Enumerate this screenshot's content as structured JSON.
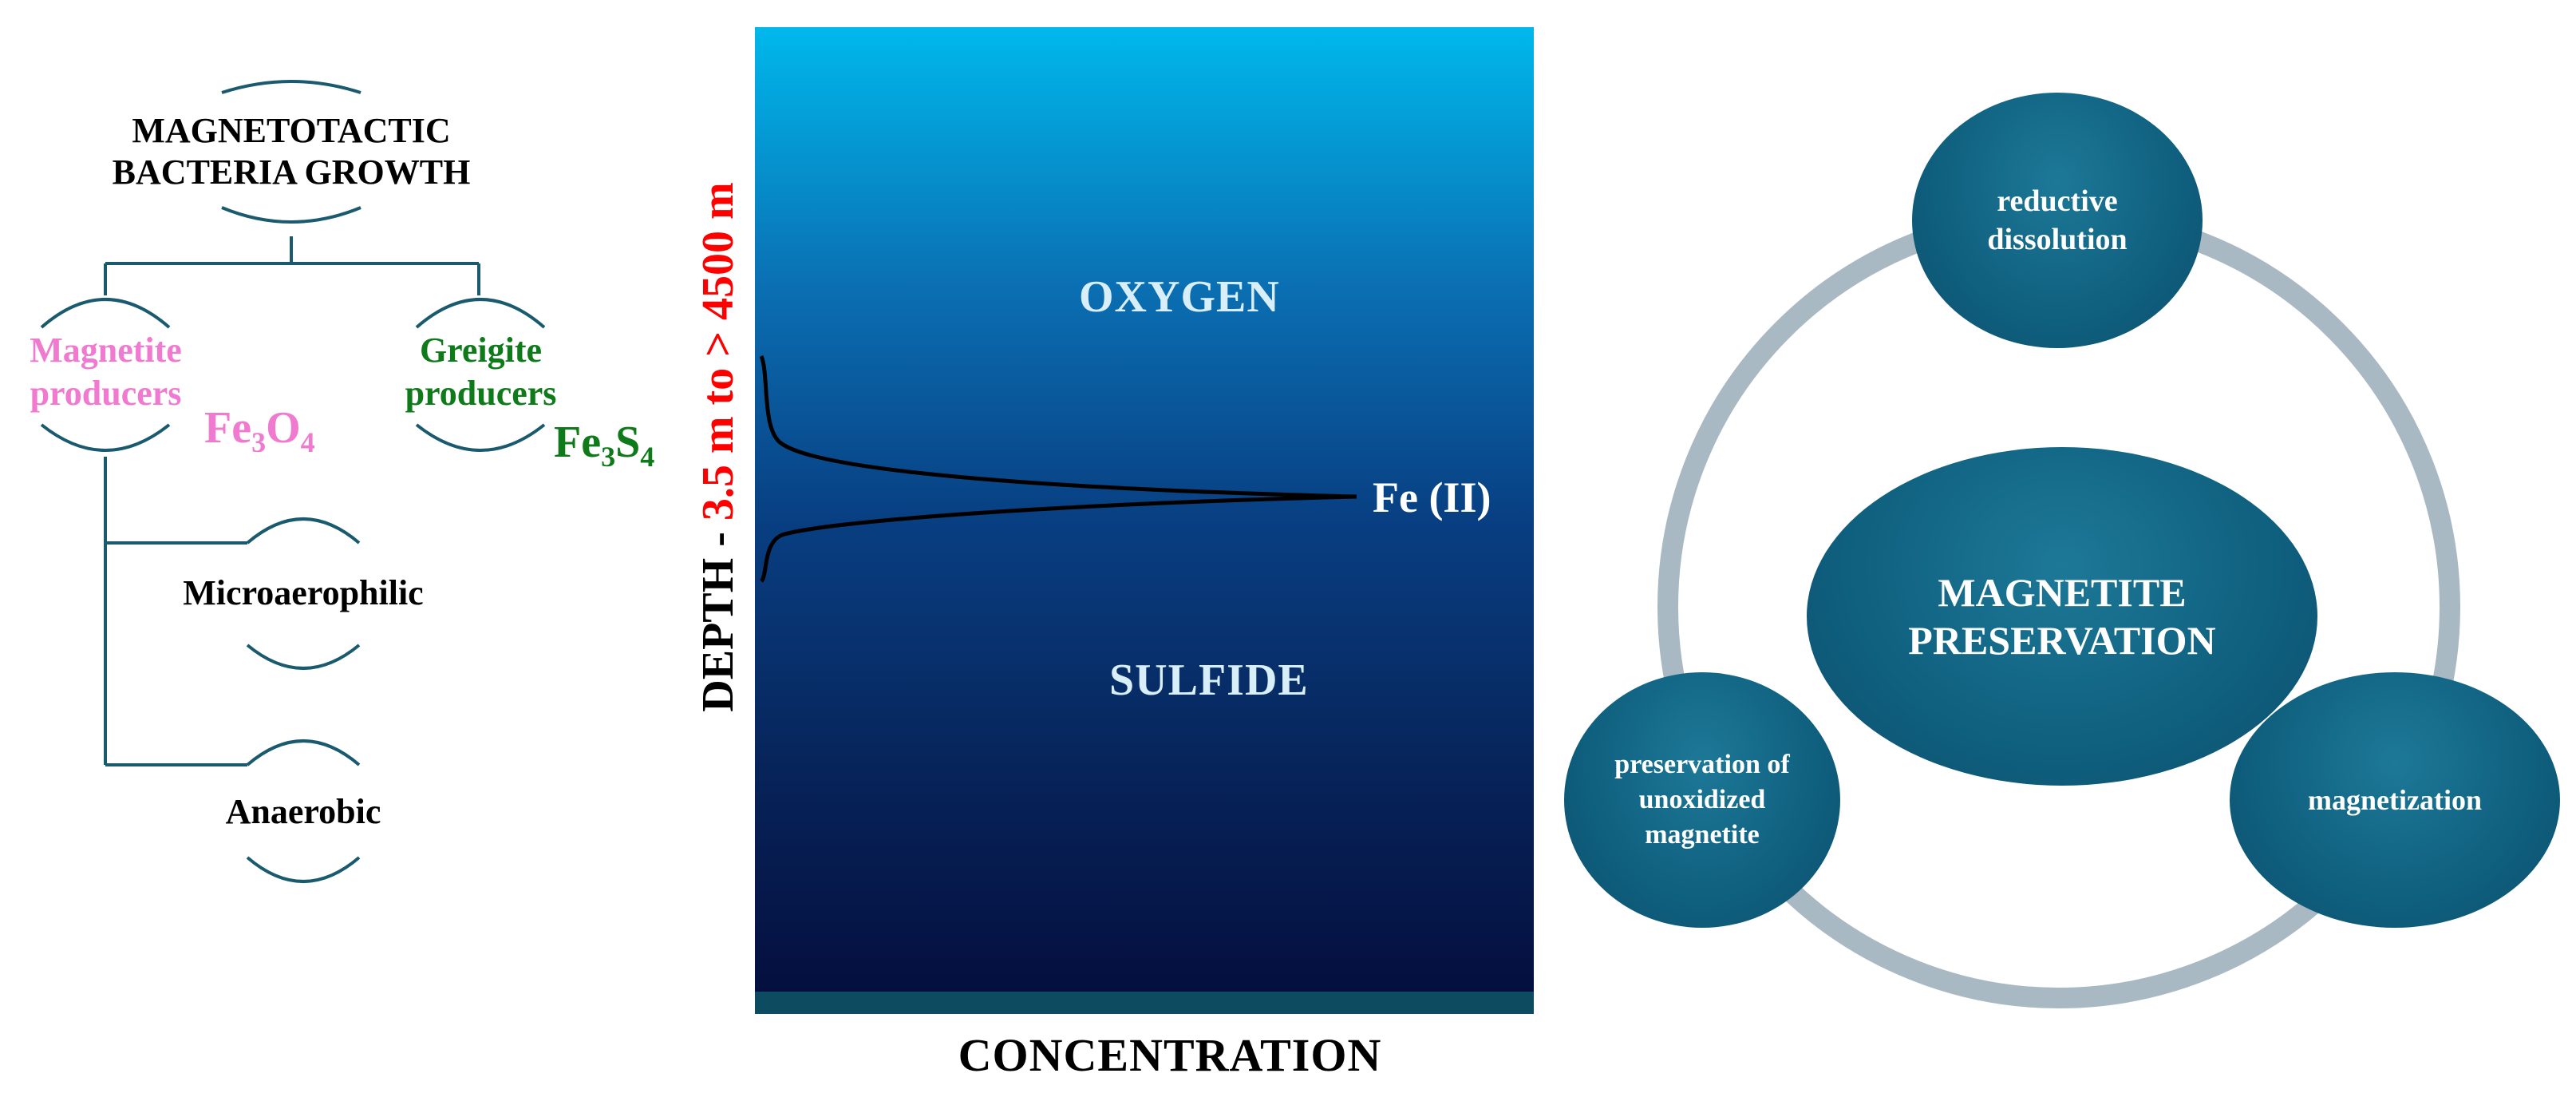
{
  "tree": {
    "title_line1": "MAGNETOTACTIC",
    "title_line2": "BACTERIA GROWTH",
    "magnetite_line1": "Magnetite",
    "magnetite_line2": "producers",
    "magnetite_formula": {
      "base1": "Fe",
      "sub1": "3",
      "base2": "O",
      "sub2": "4"
    },
    "greigite_line1": "Greigite",
    "greigite_line2": "producers",
    "greigite_formula": {
      "base1": "Fe",
      "sub1": "3",
      "base2": "S",
      "sub2": "4"
    },
    "microaerophilic": "Microaerophilic",
    "anaerobic": "Anaerobic",
    "colors": {
      "line": "#1a5a6e",
      "magnetite": "#f07ad0",
      "greigite": "#0e7a1a"
    }
  },
  "depth_panel": {
    "oxygen": "OXYGEN",
    "sulfide": "SULFIDE",
    "fe_label": "Fe (II)",
    "y_label_black": "DEPTH - ",
    "y_label_red": "3.5 m to > 4500 m",
    "x_label": "CONCENTRATION"
  },
  "cycle": {
    "center_line1": "MAGNETITE",
    "center_line2": "PRESERVATION",
    "top_line1": "reductive",
    "top_line2": "dissolution",
    "right": "magnetization",
    "left_line1": "preservation of",
    "left_line2": "unoxidized",
    "left_line3": "magnetite",
    "colors": {
      "bubble": "#0f5f7e",
      "ring": "#a9b9c4"
    }
  }
}
